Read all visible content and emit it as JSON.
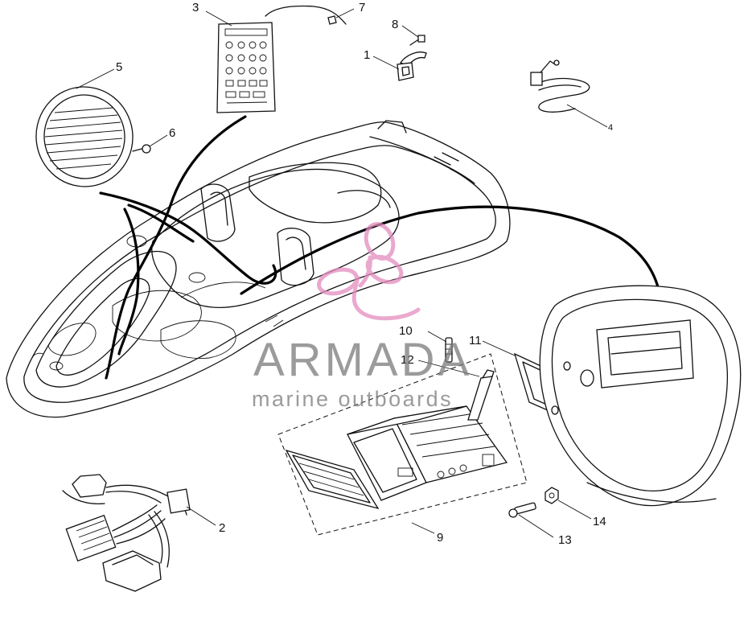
{
  "diagram": {
    "callouts": [
      {
        "number": "1",
        "part": "remote sensor bracket"
      },
      {
        "number": "2",
        "part": "wiring harness"
      },
      {
        "number": "3",
        "part": "remote control"
      },
      {
        "number": "4",
        "part": "antenna lead"
      },
      {
        "number": "5",
        "part": "speaker"
      },
      {
        "number": "6",
        "part": "screw"
      },
      {
        "number": "7",
        "part": "screw"
      },
      {
        "number": "8",
        "part": "screw"
      },
      {
        "number": "9",
        "part": "stereo unit"
      },
      {
        "number": "10",
        "part": "screw"
      },
      {
        "number": "11",
        "part": "trim bezel"
      },
      {
        "number": "12",
        "part": "bracket strap"
      },
      {
        "number": "13",
        "part": "bolt"
      },
      {
        "number": "14",
        "part": "nut"
      }
    ]
  },
  "watermark": {
    "brand": "ARMADA",
    "tagline": "marine outboards"
  },
  "colors": {
    "line": "#111111",
    "watermark_text": "#7a7a7a",
    "watermark_logo": "#e48cbf"
  }
}
